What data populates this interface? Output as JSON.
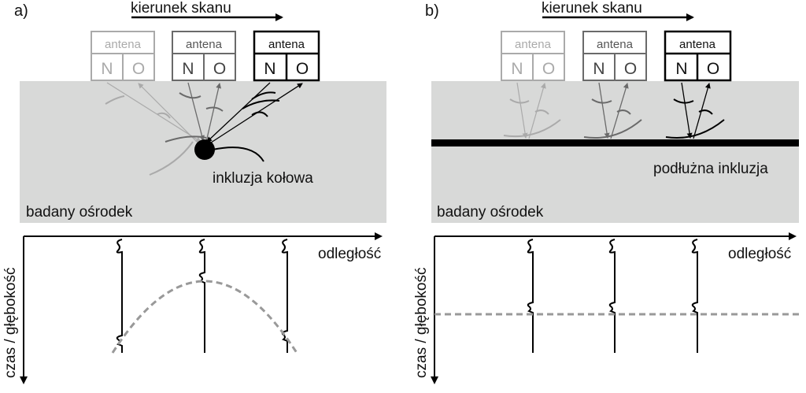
{
  "panel_a": {
    "panel_label": "a)",
    "scan_direction": "kierunek skanu",
    "antennas": [
      {
        "label": "antena",
        "n": "N",
        "o": "O"
      },
      {
        "label": "antena",
        "n": "N",
        "o": "O"
      },
      {
        "label": "antena",
        "n": "N",
        "o": "O"
      }
    ],
    "inclusion_label": "inkluzja kołowa",
    "medium_label": "badany ośrodek",
    "x_axis_label": "odległość",
    "y_axis_label": "czas / głębokość"
  },
  "panel_b": {
    "panel_label": "b)",
    "scan_direction": "kierunek skanu",
    "antennas": [
      {
        "label": "antena",
        "n": "N",
        "o": "O"
      },
      {
        "label": "antena",
        "n": "N",
        "o": "O"
      },
      {
        "label": "antena",
        "n": "N",
        "o": "O"
      }
    ],
    "inclusion_label": "podłużna inkluzja",
    "medium_label": "badany ośrodek",
    "x_axis_label": "odległość",
    "y_axis_label": "czas / głębokość"
  },
  "colors": {
    "medium": "#d8d9d8",
    "antenna_light": "#aaaaaa",
    "antenna_mid": "#6a6a6a",
    "antenna_dark": "#000000",
    "dashed_curve": "#999999"
  }
}
